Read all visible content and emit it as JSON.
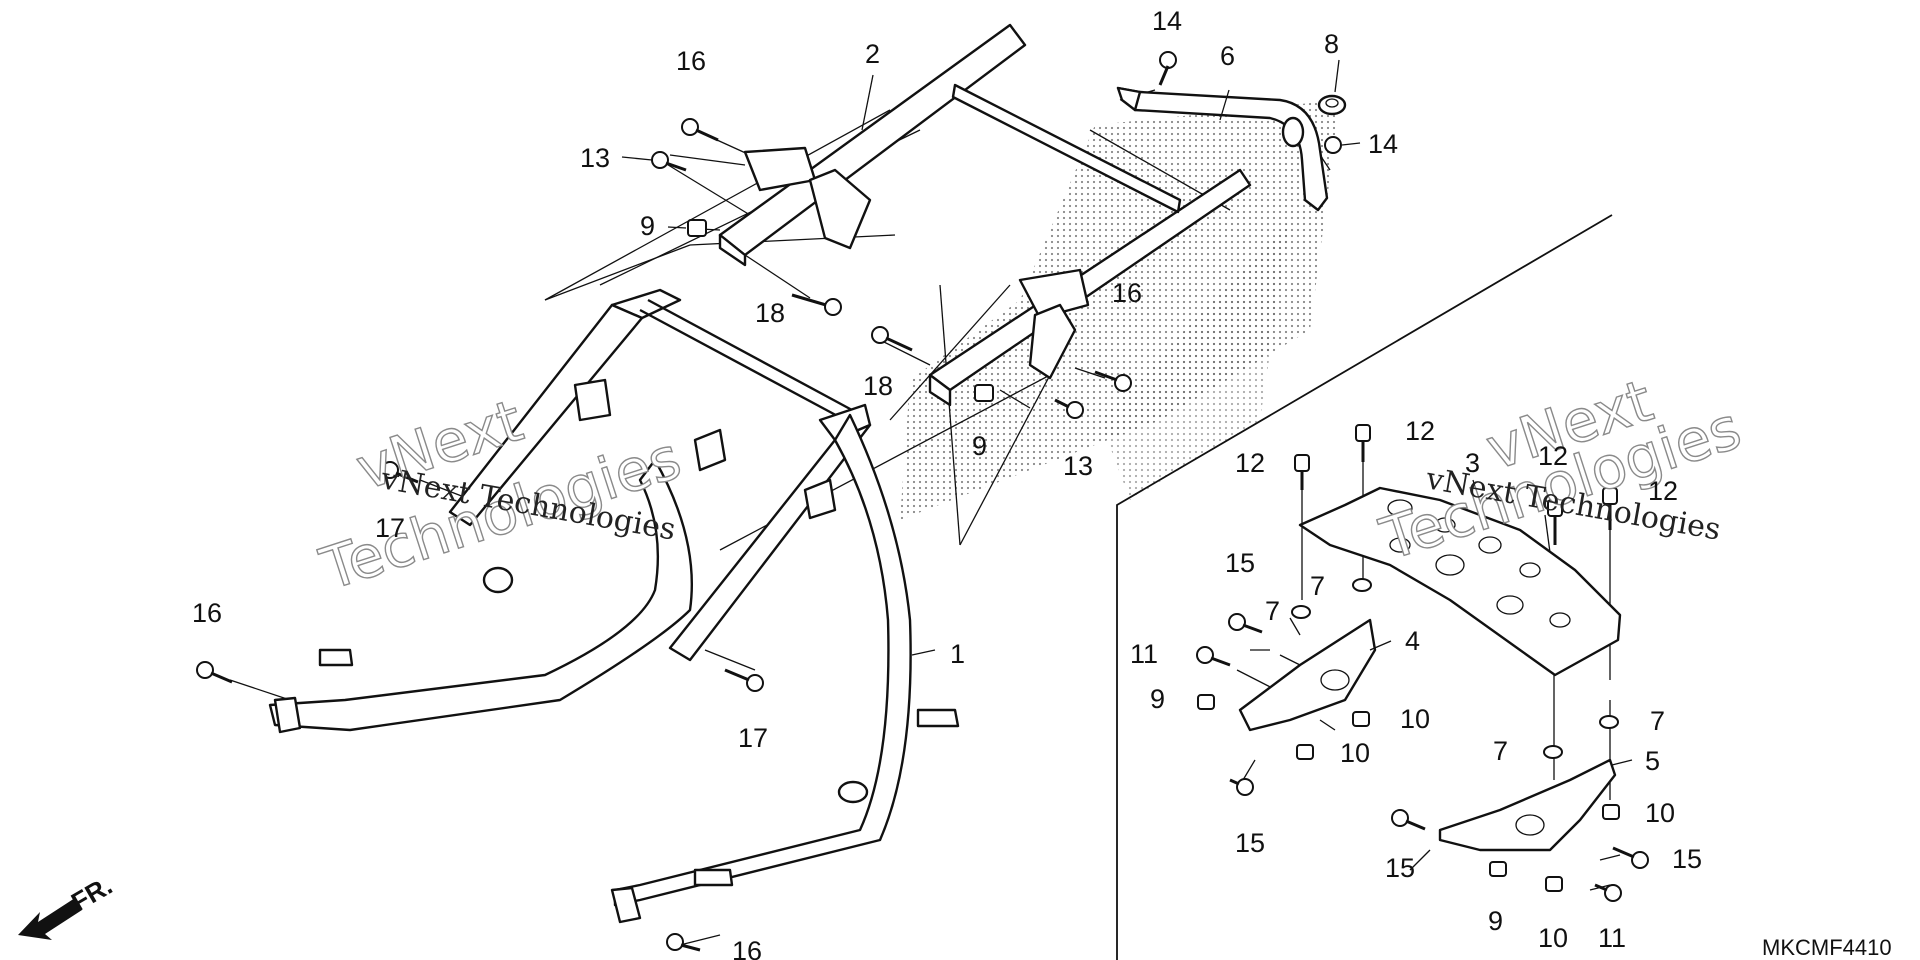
{
  "diagram": {
    "callouts": [
      {
        "id": "c1",
        "text": "1"
      },
      {
        "id": "c2",
        "text": "2"
      },
      {
        "id": "c3",
        "text": "3"
      },
      {
        "id": "c4",
        "text": "4"
      },
      {
        "id": "c5",
        "text": "5"
      },
      {
        "id": "c6",
        "text": "6"
      },
      {
        "id": "c7a",
        "text": "7"
      },
      {
        "id": "c7b",
        "text": "7"
      },
      {
        "id": "c7c",
        "text": "7"
      },
      {
        "id": "c7d",
        "text": "7"
      },
      {
        "id": "c8",
        "text": "8"
      },
      {
        "id": "c9a",
        "text": "9"
      },
      {
        "id": "c9b",
        "text": "9"
      },
      {
        "id": "c9c",
        "text": "9"
      },
      {
        "id": "c9d",
        "text": "9"
      },
      {
        "id": "c10a",
        "text": "10"
      },
      {
        "id": "c10b",
        "text": "10"
      },
      {
        "id": "c10c",
        "text": "10"
      },
      {
        "id": "c10d",
        "text": "10"
      },
      {
        "id": "c11a",
        "text": "11"
      },
      {
        "id": "c11b",
        "text": "11"
      },
      {
        "id": "c12a",
        "text": "12"
      },
      {
        "id": "c12b",
        "text": "12"
      },
      {
        "id": "c12c",
        "text": "12"
      },
      {
        "id": "c12d",
        "text": "12"
      },
      {
        "id": "c13a",
        "text": "13"
      },
      {
        "id": "c13b",
        "text": "13"
      },
      {
        "id": "c14a",
        "text": "14"
      },
      {
        "id": "c14b",
        "text": "14"
      },
      {
        "id": "c15a",
        "text": "15"
      },
      {
        "id": "c15b",
        "text": "15"
      },
      {
        "id": "c15c",
        "text": "15"
      },
      {
        "id": "c15d",
        "text": "15"
      },
      {
        "id": "c16a",
        "text": "16"
      },
      {
        "id": "c16b",
        "text": "16"
      },
      {
        "id": "c16c",
        "text": "16"
      },
      {
        "id": "c16d",
        "text": "16"
      },
      {
        "id": "c17a",
        "text": "17"
      },
      {
        "id": "c17b",
        "text": "17"
      },
      {
        "id": "c18a",
        "text": "18"
      },
      {
        "id": "c18b",
        "text": "18"
      }
    ],
    "direction_label": "FR.",
    "diagram_code": "MKCMF4410",
    "watermark": {
      "line1": "vNext",
      "line2": "Technologies",
      "inline": "vNext Technologies"
    }
  }
}
